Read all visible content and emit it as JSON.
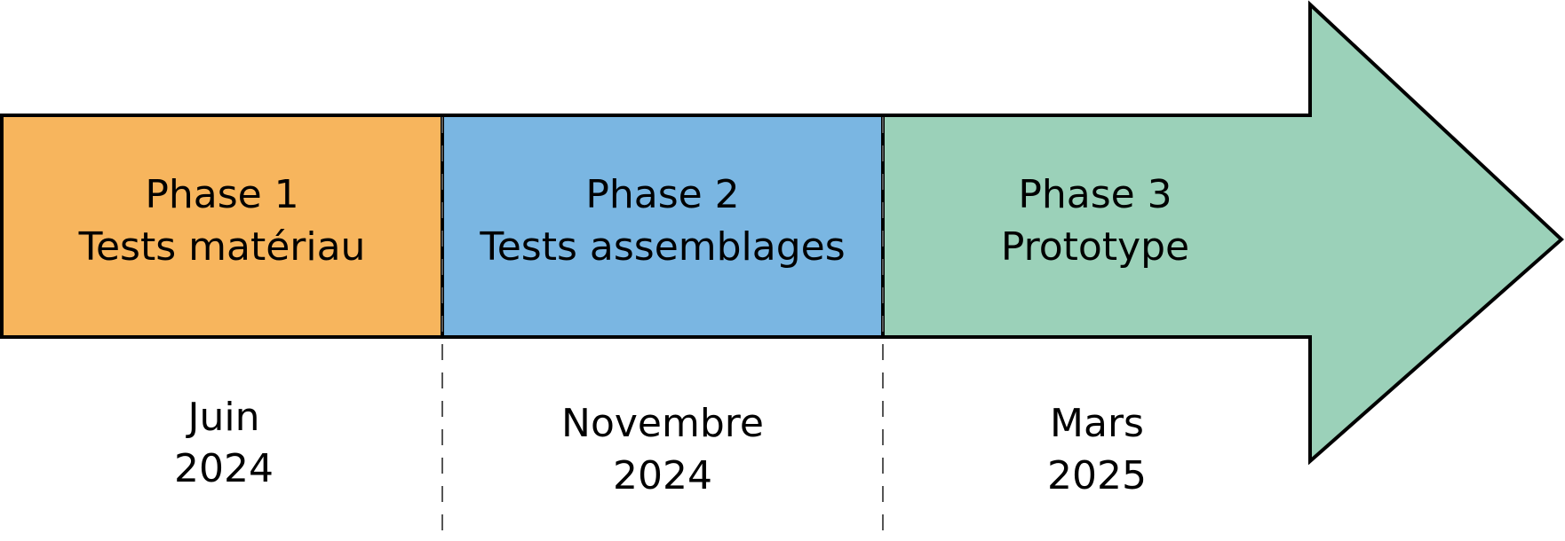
{
  "colors": {
    "phase1": "#F7B55D",
    "phase2": "#7AB6E2",
    "phase3": "#9BD1B9",
    "stroke": "#000000",
    "divider": "#555555"
  },
  "phases": [
    {
      "label": "Phase 1",
      "title": "Tests matériau",
      "date_month": "Juin",
      "date_year": "2024"
    },
    {
      "label": "Phase 2",
      "title": "Tests assemblages",
      "date_month": "Novembre",
      "date_year": "2024"
    },
    {
      "label": "Phase 3",
      "title": "Prototype",
      "date_month": "Mars",
      "date_year": "2025"
    }
  ]
}
